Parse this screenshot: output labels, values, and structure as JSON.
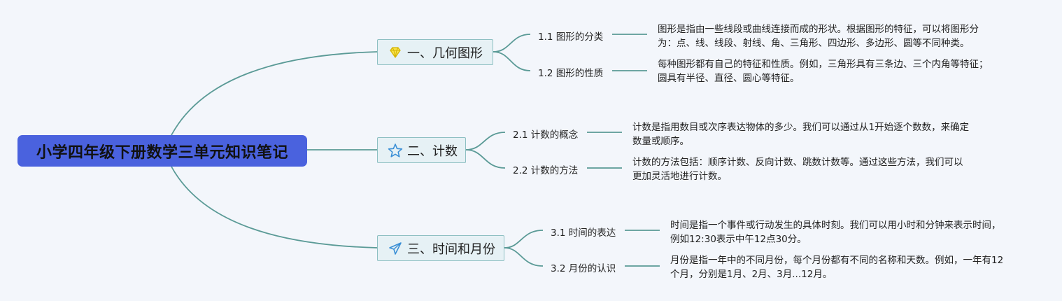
{
  "root": {
    "title": "小学四年级下册数学三单元知识笔记"
  },
  "branches": [
    {
      "title": "一、几何图形",
      "icon": "diamond-icon",
      "children": [
        {
          "label": "1.1 图形的分类",
          "text": [
            "图形是指由一些线段或曲线连接而成的形状。根据图形的特征，可以将图形分",
            "为：点、线、线段、射线、角、三角形、四边形、多边形、圆等不同种类。"
          ]
        },
        {
          "label": "1.2 图形的性质",
          "text": [
            "每种图形都有自己的特征和性质。例如，三角形具有三条边、三个内角等特征；",
            "圆具有半径、直径、圆心等特征。"
          ]
        }
      ]
    },
    {
      "title": "二、计数",
      "icon": "star-icon",
      "children": [
        {
          "label": "2.1 计数的概念",
          "text": [
            "计数是指用数目或次序表达物体的多少。我们可以通过从1开始逐个数数，来确定",
            "数量或顺序。"
          ]
        },
        {
          "label": "2.2 计数的方法",
          "text": [
            "计数的方法包括：顺序计数、反向计数、跳数计数等。通过这些方法，我们可以",
            "更加灵活地进行计数。"
          ]
        }
      ]
    },
    {
      "title": "三、时间和月份",
      "icon": "paper-plane-icon",
      "children": [
        {
          "label": "3.1 时间的表达",
          "text": [
            "时间是指一个事件或行动发生的具体时刻。我们可以用小时和分钟来表示时间，",
            "例如12:30表示中午12点30分。"
          ]
        },
        {
          "label": "3.2 月份的认识",
          "text": [
            "月份是指一年中的不同月份，每个月份都有不同的名称和天数。例如，一年有12",
            "个月，分别是1月、2月、3月...12月。"
          ]
        }
      ]
    }
  ],
  "colors": {
    "root": "#4a62de",
    "line": "#5a9a96",
    "branch_fill": "#e6f1f5",
    "branch_border": "#8dbfc2"
  }
}
